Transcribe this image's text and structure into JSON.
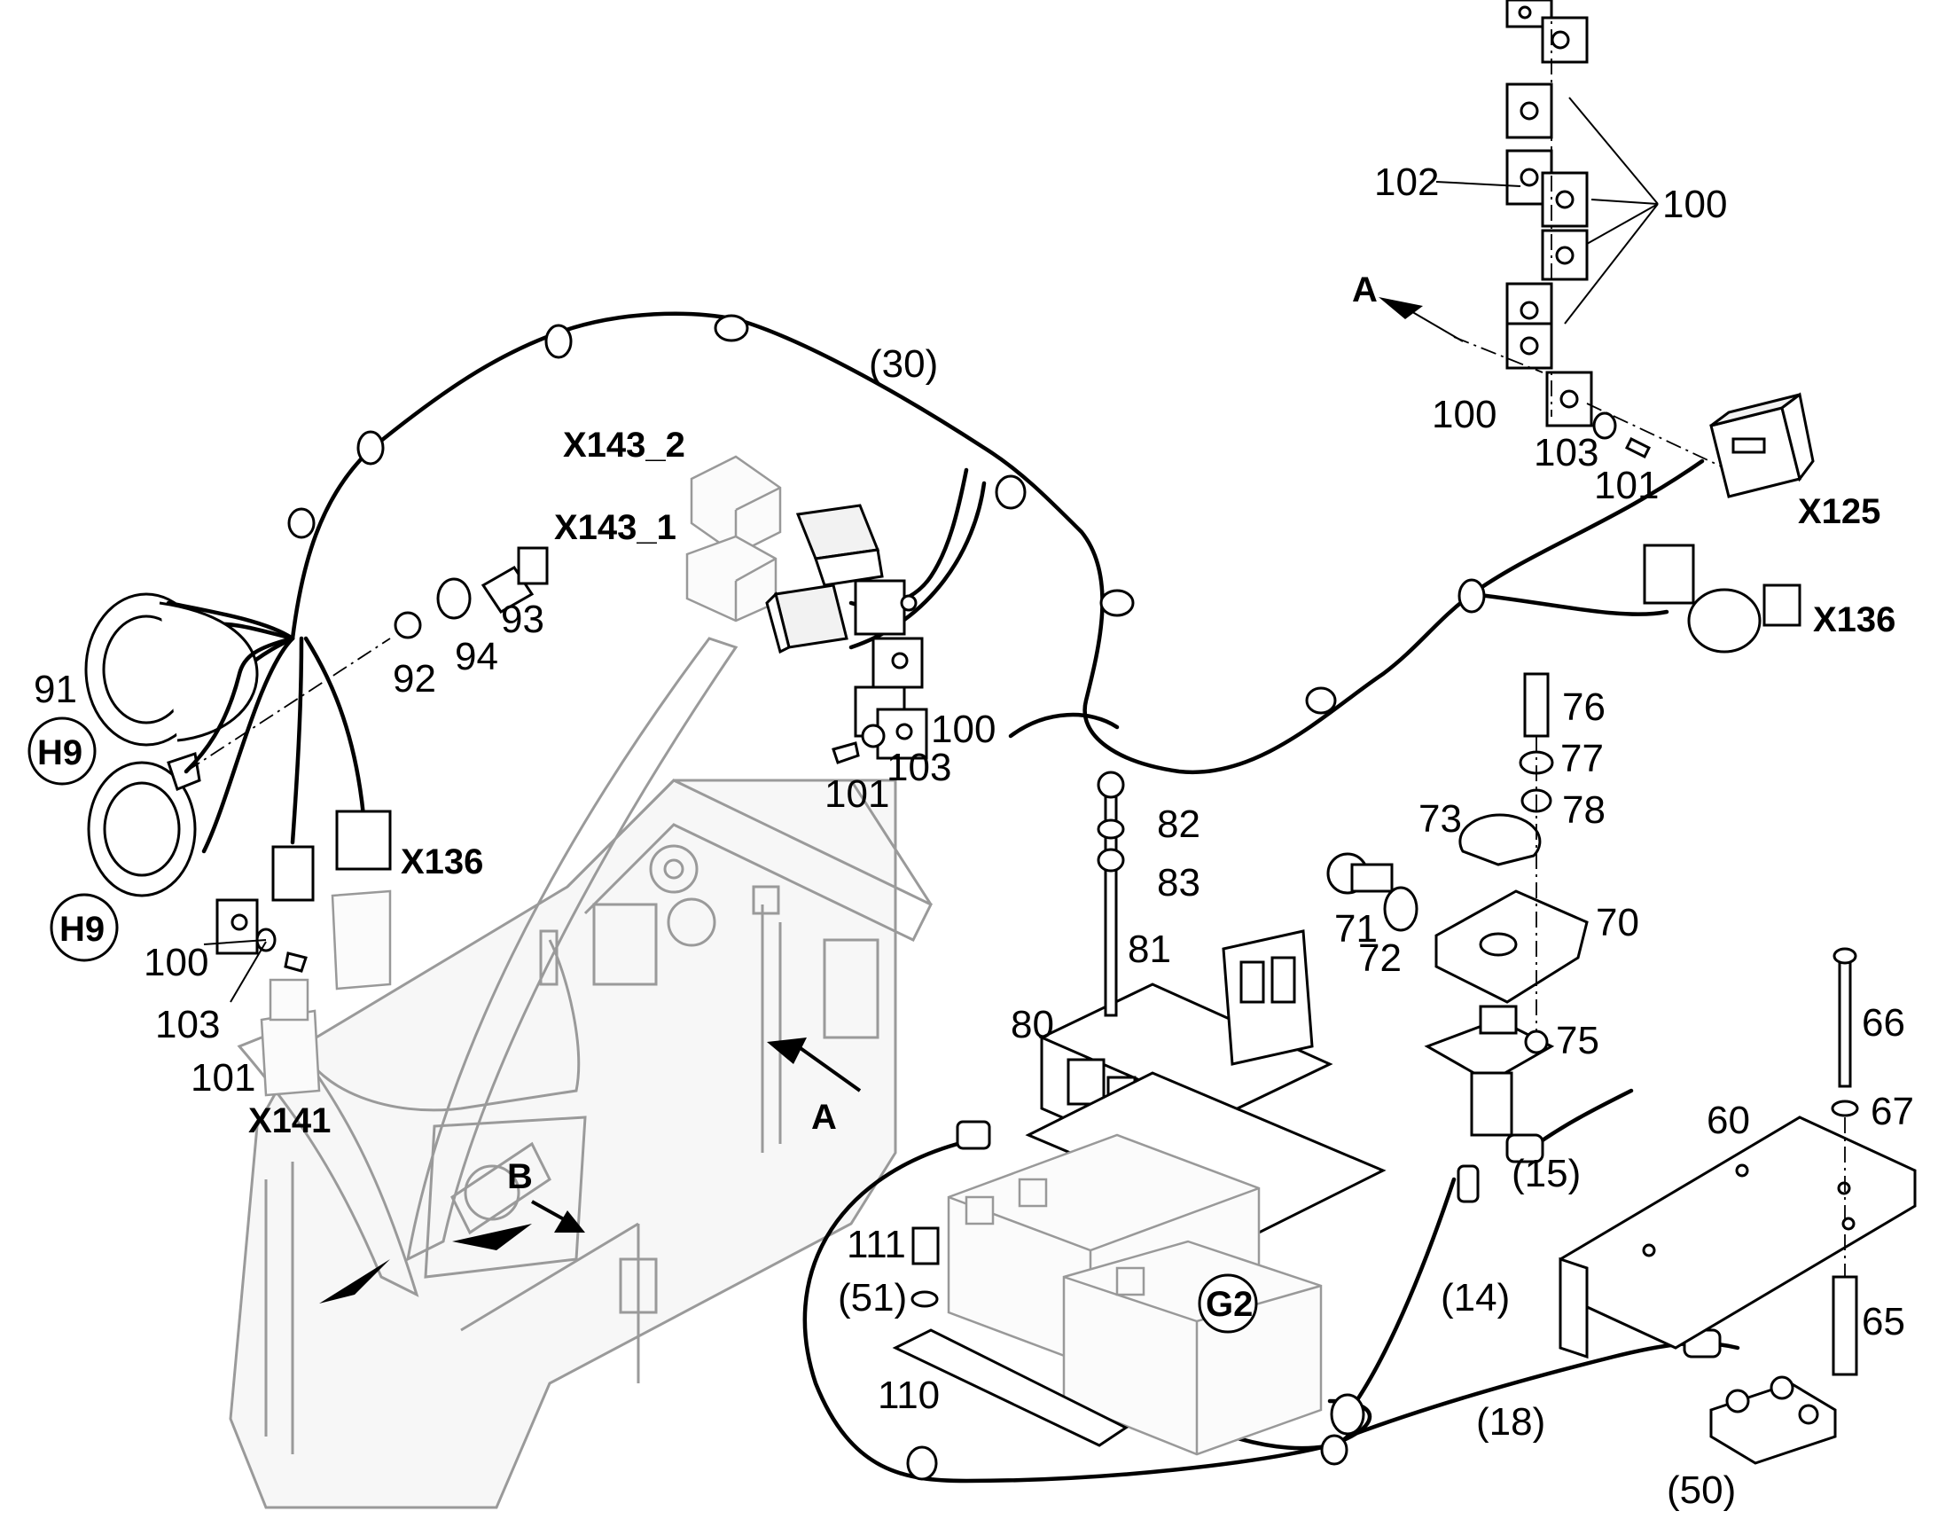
{
  "callouts": {
    "n102": "102",
    "n100_top": "100",
    "arrow_a_top": "A",
    "n30": "(30)",
    "x143_2": "X143_2",
    "x143_1": "X143_1",
    "n100_right_top": "100",
    "n103_right_top": "103",
    "n101_right_top": "101",
    "x125": "X125",
    "x136_right": "X136",
    "n93": "93",
    "n94": "94",
    "n92": "92",
    "n91": "91",
    "h9_top": "H9",
    "h9_bottom": "H9",
    "x136_left": "X136",
    "n100_left": "100",
    "n103_left": "103",
    "n101_left": "101",
    "x141": "X141",
    "n100_mid": "100",
    "n103_mid": "103",
    "n101_mid": "101",
    "n76": "76",
    "n77": "77",
    "n78": "78",
    "n73": "73",
    "n70": "70",
    "n71": "71",
    "n72": "72",
    "n82": "82",
    "n83": "83",
    "n81": "81",
    "n80": "80",
    "n75": "75",
    "n15": "(15)",
    "n66": "66",
    "n67": "67",
    "n60": "60",
    "n65": "65",
    "n14": "(14)",
    "n111": "111",
    "n51": "(51)",
    "n110": "110",
    "n18": "(18)",
    "n50": "(50)",
    "g2": "G2",
    "arrow_a_mid": "A",
    "arrow_b": "B"
  }
}
